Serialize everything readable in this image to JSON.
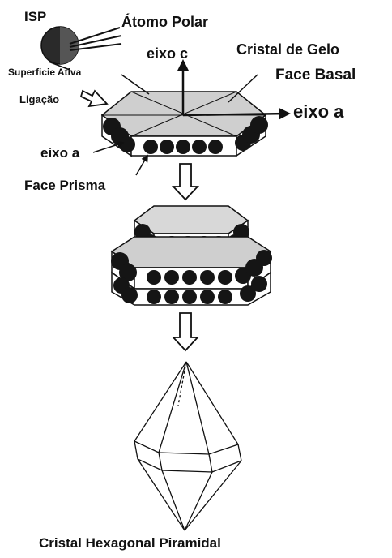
{
  "labels": {
    "isp": "ISP",
    "polar_atom": "Átomo Polar",
    "c_axis": "eixo c",
    "ice_crystal": "Cristal de Gelo",
    "basal_face": "Face Basal",
    "active_surface": "Superficie Ativa",
    "bond": "Ligação",
    "a_axis_right": "eixo a",
    "a_axis_left": "eixo a",
    "prism_face": "Face Prisma",
    "caption": "Cristal Hexagonal Piramidal"
  },
  "colors": {
    "ink": "#111111",
    "basal_top": "#cfcfcf",
    "side_face": "#ffffff",
    "sphere": "#151515"
  }
}
